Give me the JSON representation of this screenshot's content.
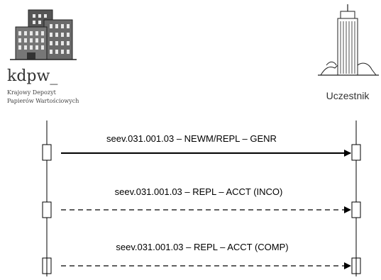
{
  "left_participant": {
    "logo_text": "kdpw_",
    "sub_line1": "Krajowy Depozyt",
    "sub_line2": "Papierów Wartościowych",
    "icon": "office-building-icon"
  },
  "right_participant": {
    "label": "Uczestnik",
    "icon": "skyscraper-icon"
  },
  "messages": [
    {
      "label": "seev.031.001.03 – NEWM/REPL – GENR",
      "direction": "left-to-right",
      "style": "solid"
    },
    {
      "label": "seev.031.001.03 – REPL – ACCT (INCO)",
      "direction": "left-to-right",
      "style": "dashed"
    },
    {
      "label": "seev.031.001.03 – REPL – ACCT (COMP)",
      "direction": "left-to-right",
      "style": "dashed"
    }
  ]
}
